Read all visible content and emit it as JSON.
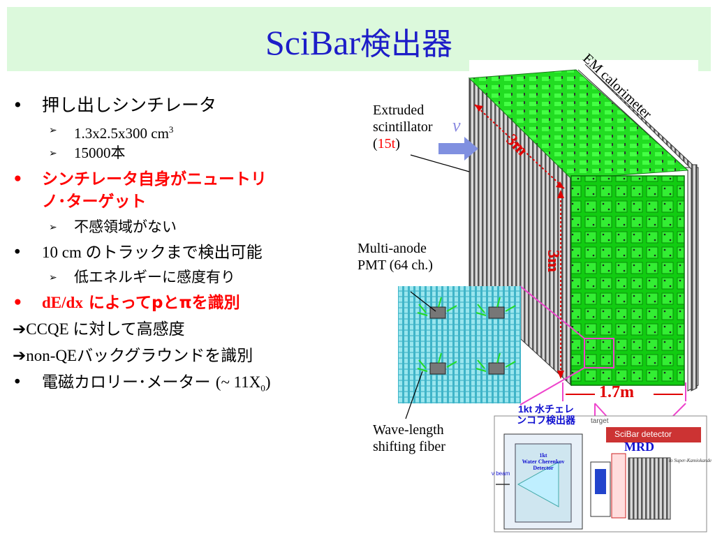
{
  "title": {
    "latin": "SciBar",
    "jp": "検出器"
  },
  "bullets": [
    {
      "level": 1,
      "marker": "•",
      "text": "押し出しシンチレータ"
    },
    {
      "level": 2,
      "marker": "➢",
      "text": "1.3x2.5x300 cm",
      "sup": "3"
    },
    {
      "level": 2,
      "marker": "➢",
      "text": "15000",
      "jp": "本"
    },
    {
      "level": 1,
      "marker": "•",
      "text": "シンチレータ自身がニュートリノ･ターゲット",
      "line1": "シンチレータ自身がニュートリ",
      "line2": "ノ･ターゲット",
      "color": "#ff0000"
    },
    {
      "level": 2,
      "marker": "➢",
      "text": "不感領域がない"
    },
    {
      "level": 1,
      "marker": "•",
      "text_latin": "10 cm ",
      "text": "のトラックまで検出可能"
    },
    {
      "level": 2,
      "marker": "➢",
      "text": "低エネルギーに感度有り"
    },
    {
      "level": 1,
      "marker": "•",
      "text_latin": "dE/dx",
      "text": "によってpとπを識別",
      "color": "#ff0000"
    },
    {
      "level": 0,
      "marker": "➔",
      "text_latin": "CCQE ",
      "text": "に対して高感度"
    },
    {
      "level": 0,
      "marker": "➔",
      "text_latin": "non-QE",
      "text": "バックグラウンドを識別"
    },
    {
      "level": 1,
      "marker": "•",
      "text": "電磁カロリー･メーター",
      "text_tail": "(~ 11X",
      "sub": "0",
      "text_end": ")"
    }
  ],
  "diagram": {
    "extruded": {
      "line1": "Extruded",
      "line2": "scintillator",
      "paren_open": "(",
      "mass": "15t",
      "paren_close": ")"
    },
    "em_cal": "EM calorimeter",
    "multi_anode": {
      "line1": "Multi-anode",
      "line2": "PMT (64 ch.)"
    },
    "wls": {
      "line1": "Wave-length",
      "line2": "shifting fiber"
    },
    "nu": "ν",
    "dim_3m_top": "3m",
    "dim_3m_side": "3m",
    "dim_width": "1.7m",
    "inset": {
      "label_line1": "1kt 水チェレ",
      "label_line2": "ンコフ検出器",
      "target": "target",
      "scibar": "SciBar detector",
      "mrd": "MRD",
      "wc_line1": "1kt",
      "wc_line2": "Water Cherenkov",
      "wc_line3": "Detector",
      "beam": "ν beam",
      "super_k": "to Super-Kamiokande"
    },
    "colors": {
      "green": "#22ee22",
      "grid_cyan": "#66d0e0",
      "magenta": "#ee44cc",
      "red": "#e00000",
      "blue_arrow": "#8090e0"
    }
  }
}
